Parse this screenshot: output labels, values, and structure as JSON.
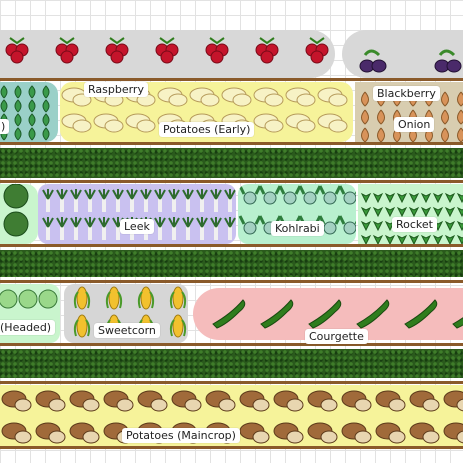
{
  "beds": [
    {
      "id": "raspberry",
      "label": "Raspberry",
      "icon": "raspberry-icon",
      "color": "#d8d8d8"
    },
    {
      "id": "blackberry",
      "label": "Blackberry",
      "icon": "blackberry-icon",
      "color": "#d8d8d8"
    },
    {
      "id": "partial-left-1",
      "label": ")",
      "icon": "leafy-crop-icon",
      "color": "#9ad0c8"
    },
    {
      "id": "potatoes-early",
      "label": "Potatoes (Early)",
      "icon": "potato-icon",
      "color": "#f6f39a"
    },
    {
      "id": "onion",
      "label": "Onion",
      "icon": "onion-icon",
      "color": "#d8cdb0"
    },
    {
      "id": "leek",
      "label": "Leek",
      "icon": "leek-icon",
      "color": "#c9c1f0"
    },
    {
      "id": "kohlrabi",
      "label": "Kohlrabi",
      "icon": "kohlrabi-icon",
      "color": "#b8f0cf"
    },
    {
      "id": "rocket",
      "label": "Rocket",
      "icon": "rocket-leaf-icon",
      "color": "#c9f5cd"
    },
    {
      "id": "cabbage-headed",
      "label": "(Headed)",
      "icon": "cabbage-icon",
      "color": "#c9f5cd"
    },
    {
      "id": "sweetcorn",
      "label": "Sweetcorn",
      "icon": "sweetcorn-icon",
      "color": "#d6d6d6"
    },
    {
      "id": "courgette",
      "label": "Courgette",
      "icon": "courgette-icon",
      "color": "#f5bcbc"
    },
    {
      "id": "potatoes-maincrop",
      "label": "Potatoes (Maincrop)",
      "icon": "potato-icon",
      "color": "#f6f39a"
    }
  ],
  "colors": {
    "hedge": "#2a5a1c",
    "rail": "#8a5a2a",
    "grid": "#e2e2e2"
  }
}
